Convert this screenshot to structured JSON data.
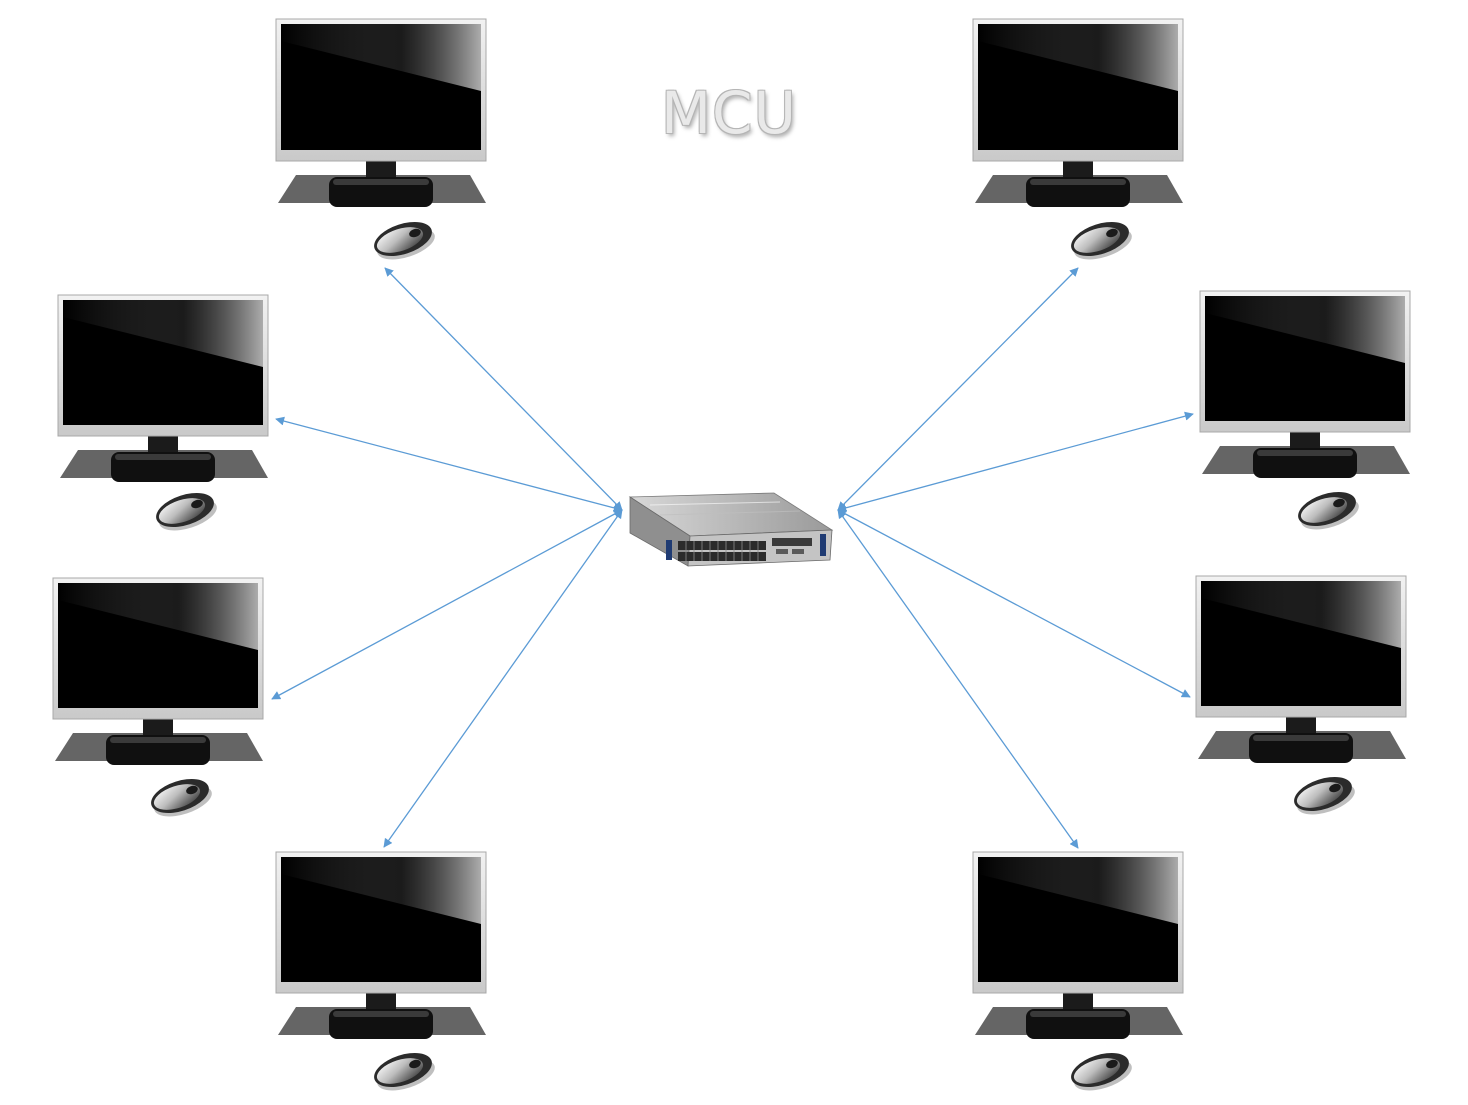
{
  "diagram": {
    "title": "MCU",
    "hub": {
      "name": "server",
      "icon": "rack-server-icon"
    },
    "nodes": [
      {
        "name": "workstation-top-left",
        "icon": "monitor-with-mouse-icon"
      },
      {
        "name": "workstation-upper-left",
        "icon": "monitor-with-mouse-icon"
      },
      {
        "name": "workstation-lower-left",
        "icon": "monitor-with-mouse-icon"
      },
      {
        "name": "workstation-bottom-left",
        "icon": "monitor-with-mouse-icon"
      },
      {
        "name": "workstation-top-right",
        "icon": "monitor-with-mouse-icon"
      },
      {
        "name": "workstation-upper-right",
        "icon": "monitor-with-mouse-icon"
      },
      {
        "name": "workstation-lower-right",
        "icon": "monitor-with-mouse-icon"
      },
      {
        "name": "workstation-bottom-right",
        "icon": "monitor-with-mouse-icon"
      }
    ],
    "connection_style": "bidirectional-arrow",
    "colors": {
      "arrow": "#5b9bd5",
      "screen": "#000000",
      "bezel": "#dcdcdc",
      "background": "#ffffff"
    }
  }
}
